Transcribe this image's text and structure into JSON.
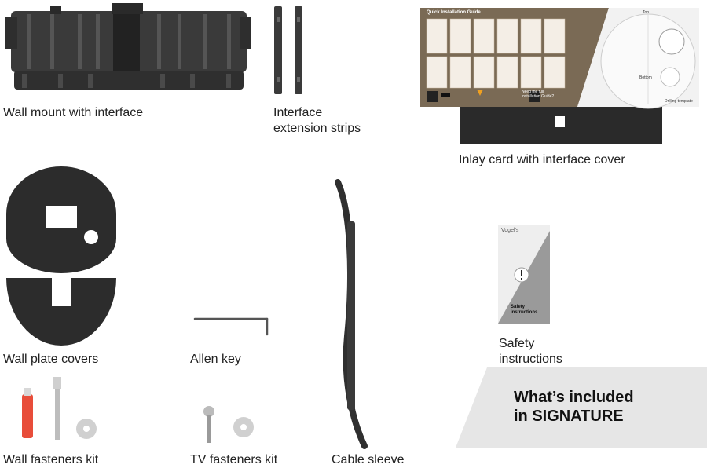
{
  "items": {
    "wall_mount": "Wall mount with interface",
    "extension_strips": "Interface\nextension strips",
    "inlay_card": "Inlay card with interface cover",
    "wall_plate_covers": "Wall plate covers",
    "allen_key": "Allen key",
    "safety": "Safety\ninstructions",
    "wall_fasteners": "Wall fasteners kit",
    "tv_fasteners": "TV fasteners kit",
    "cable_sleeve": "Cable sleeve"
  },
  "inlay_card_print": {
    "title": "Quick Installation Guide",
    "need_guide": "Need the full\ninstallation Guide?",
    "drilling": "Drilling template",
    "top": "Top",
    "bottom": "Bottom"
  },
  "safety_booklet": {
    "brand": "Vogel's",
    "label": "Safety\ninstructions"
  },
  "banner": {
    "text": "What’s included\nin SIGNATURE"
  },
  "colors": {
    "product_dark": "#2e2e2e",
    "card_brown": "#7a6a55",
    "banner_gray": "#e6e6e6"
  }
}
